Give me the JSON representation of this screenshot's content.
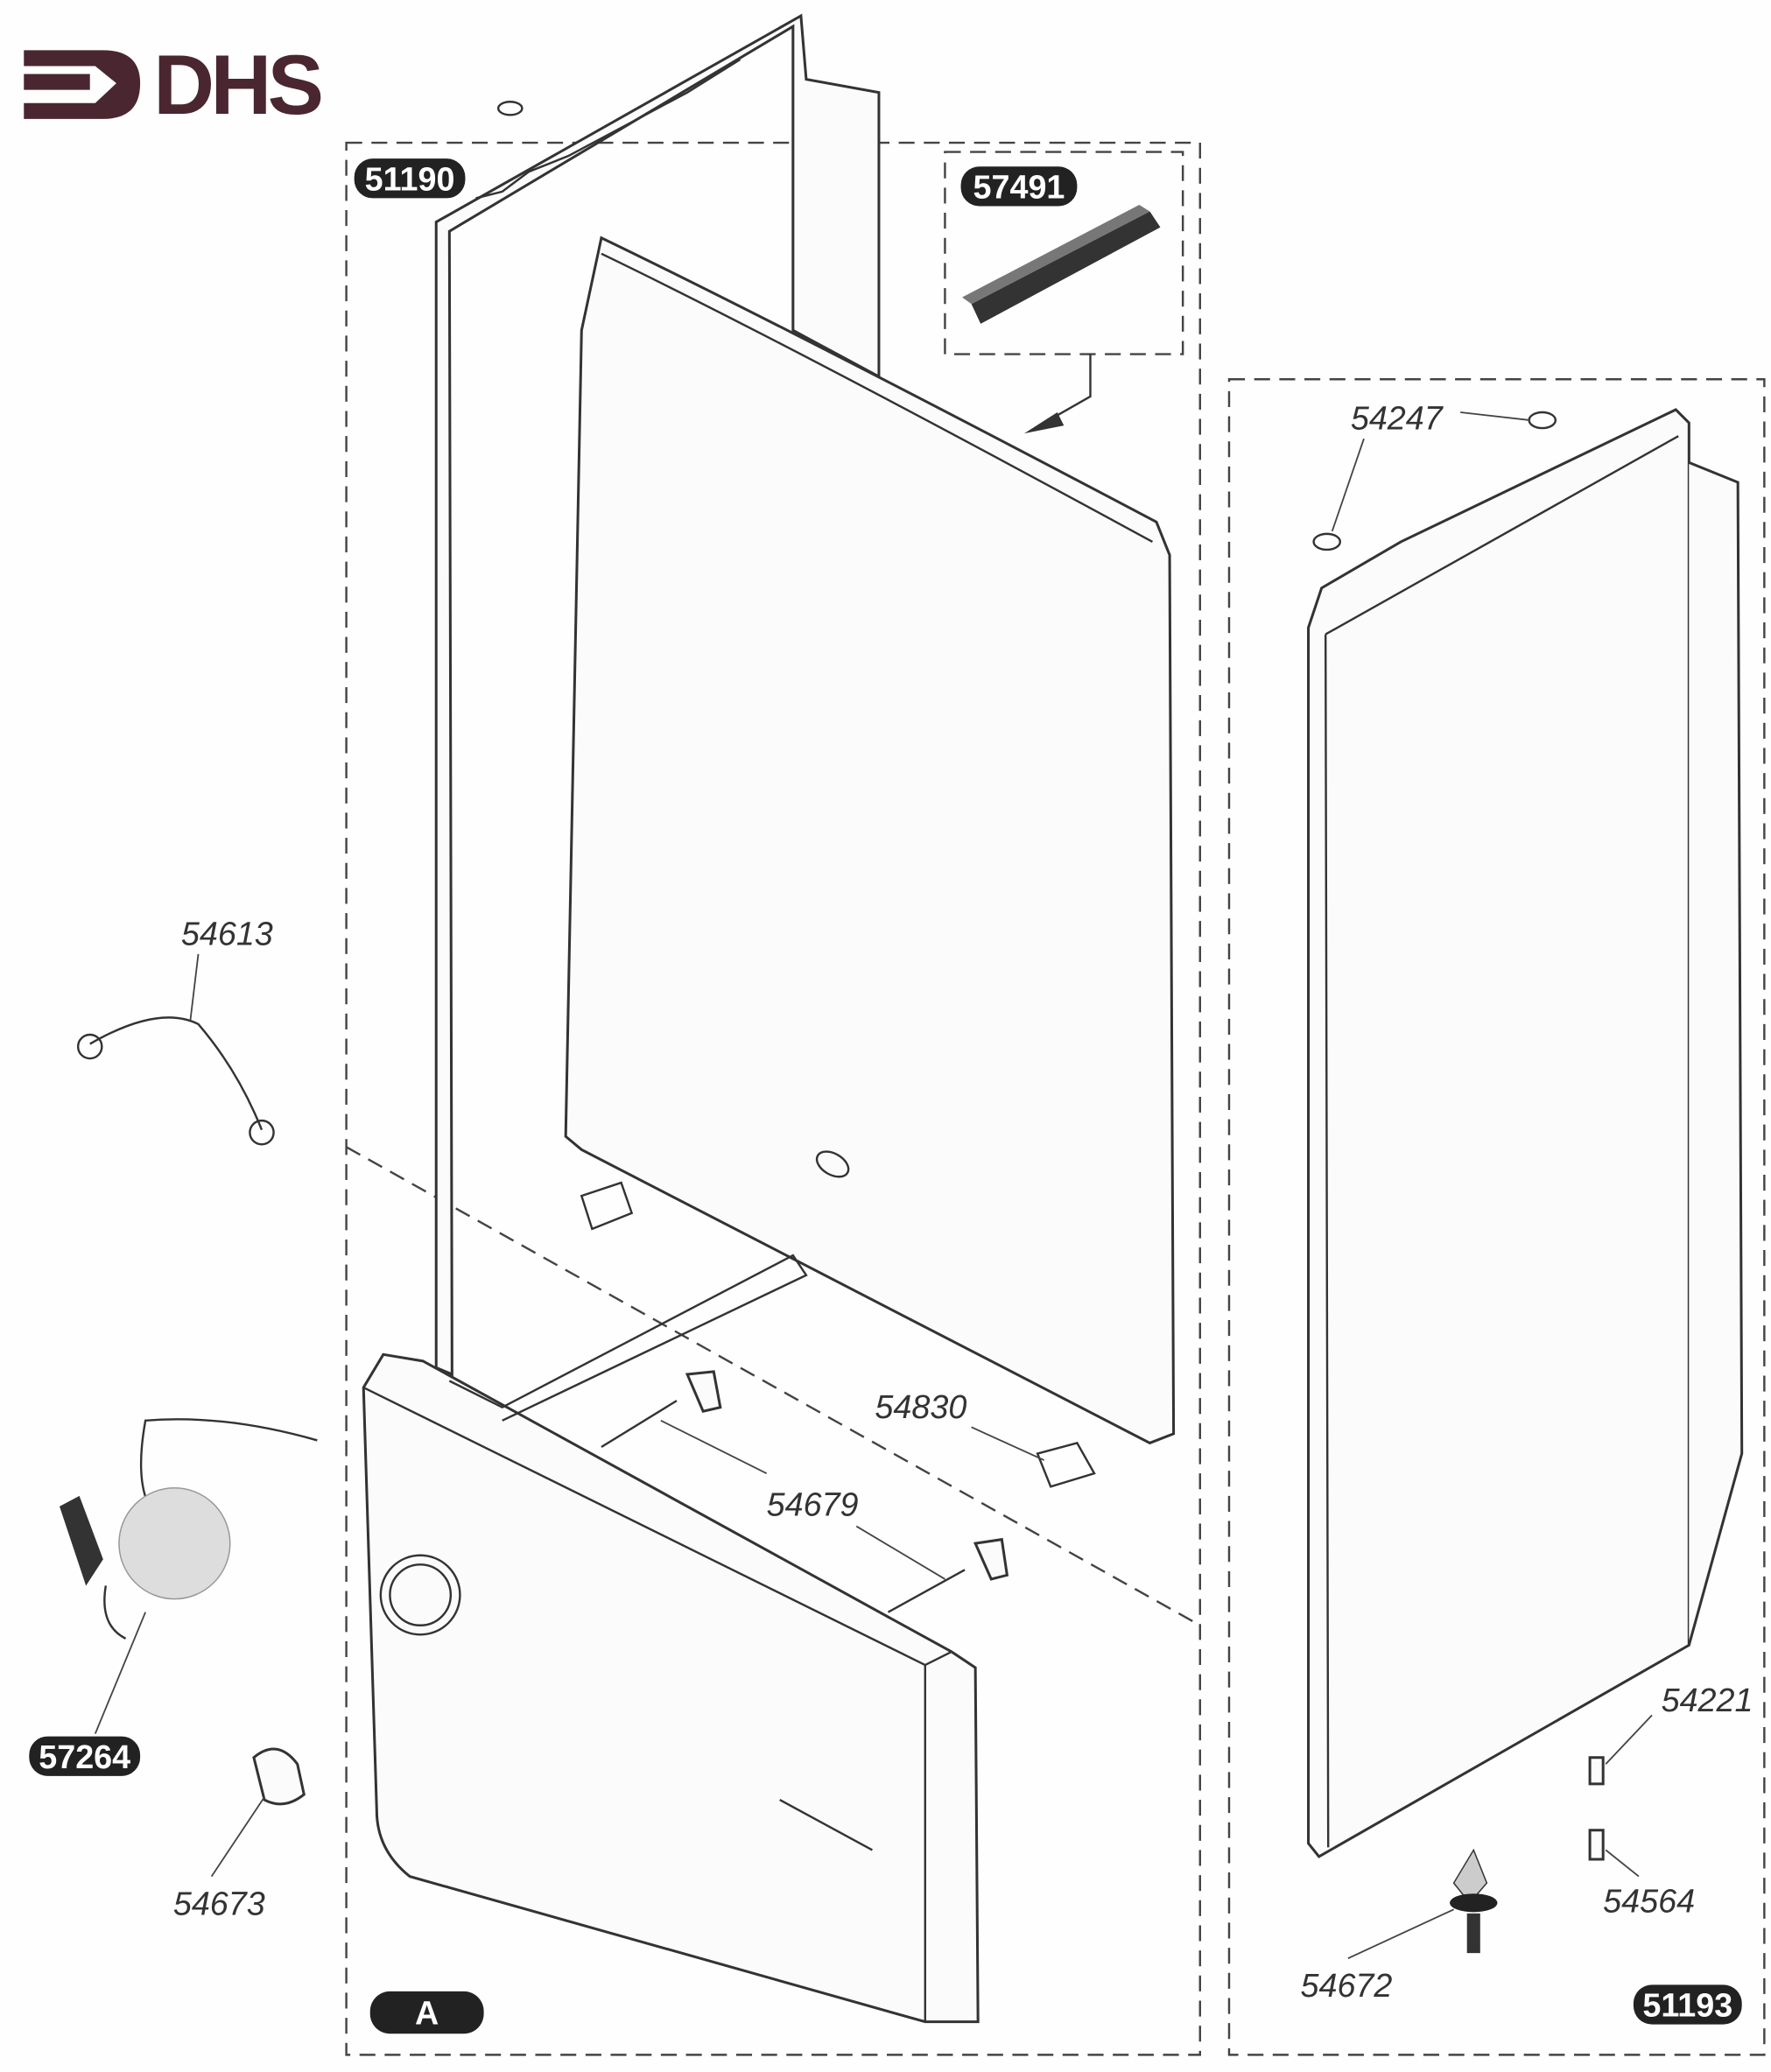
{
  "logo": {
    "text": "DHS",
    "color": "#4a2630"
  },
  "badges": {
    "b51190": "51190",
    "b57491": "57491",
    "b57264": "57264",
    "bA": "A",
    "b51193": "51193"
  },
  "part_numbers": {
    "p54247": "54247",
    "p54613": "54613",
    "p54830": "54830",
    "p54679": "54679",
    "p54673": "54673",
    "p54221": "54221",
    "p54564": "54564",
    "p54672": "54672"
  }
}
